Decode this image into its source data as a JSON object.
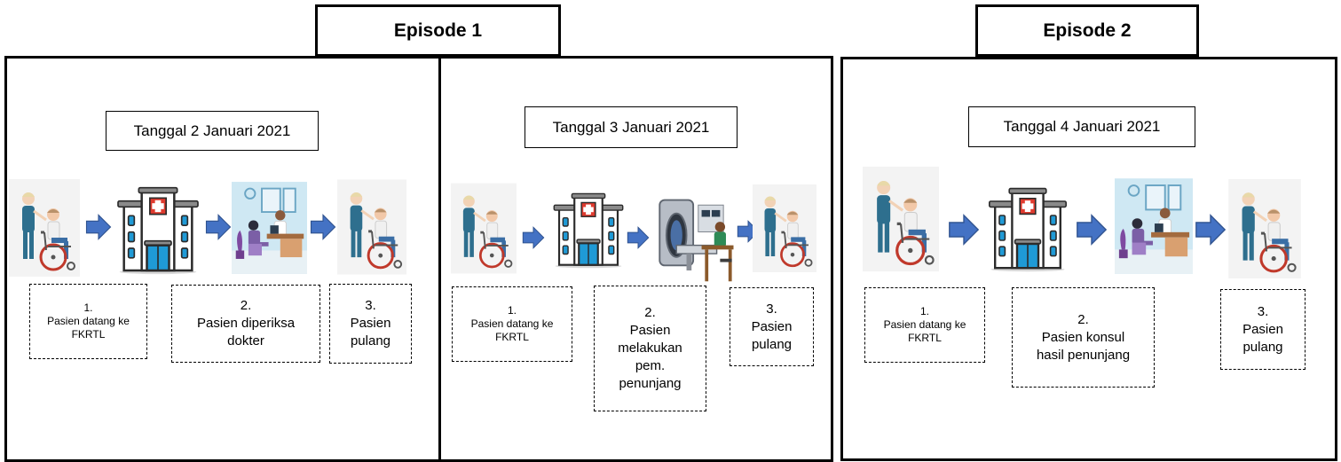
{
  "episodes": [
    {
      "tab_label": "Episode 1",
      "days": [
        {
          "date": "Tanggal 2 Januari 2021",
          "steps": [
            {
              "num": "1.",
              "text": "Pasien datang ke FKRTL"
            },
            {
              "num": "2.",
              "text": "Pasien diperiksa dokter"
            },
            {
              "num": "3.",
              "text": "Pasien pulang"
            }
          ]
        },
        {
          "date": "Tanggal 3 Januari 2021",
          "steps": [
            {
              "num": "1.",
              "text": "Pasien datang ke FKRTL"
            },
            {
              "num": "2.",
              "text": "Pasien melakukan pem. penunjang"
            },
            {
              "num": "3.",
              "text": "Pasien pulang"
            }
          ]
        }
      ]
    },
    {
      "tab_label": "Episode 2",
      "days": [
        {
          "date": "Tanggal 4 Januari 2021",
          "steps": [
            {
              "num": "1.",
              "text": "Pasien datang ke FKRTL"
            },
            {
              "num": "2.",
              "text": "Pasien konsul hasil penunjang"
            },
            {
              "num": "3.",
              "text": "Pasien pulang"
            }
          ]
        }
      ]
    }
  ],
  "colors": {
    "arrow": "#4472c4",
    "hospital_window": "#1f9ad6",
    "hospital_cross": "#e03b2f",
    "wheelchair": "#c0392b",
    "nurse_uniform": "#2e6f8e",
    "clinic_bg": "#cfe8f3"
  },
  "icons": [
    "patient-wheelchair-icon",
    "hospital-icon",
    "doctor-exam-icon",
    "scanner-icon",
    "arrow-right-icon"
  ]
}
